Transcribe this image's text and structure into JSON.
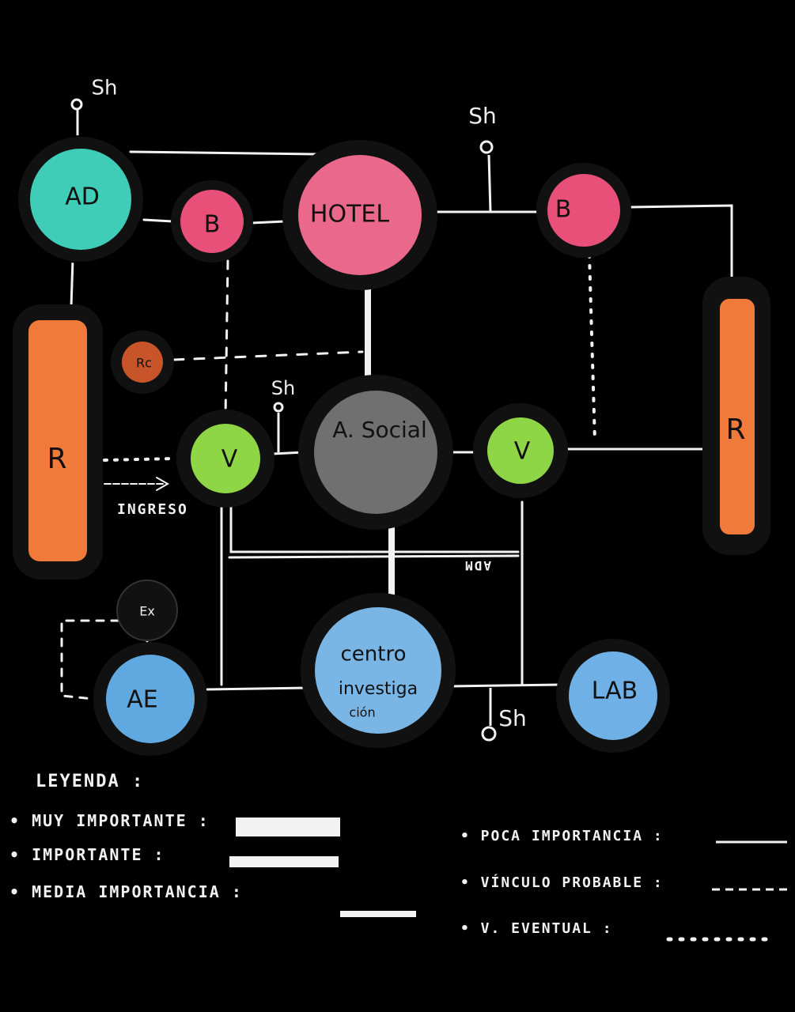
{
  "nodes": {
    "ad": "AD",
    "b_left": "B",
    "hotel": "HOTEL",
    "b_right": "B",
    "r_left": "R",
    "r_right": "R",
    "rc": "Rc",
    "v_left": "V",
    "a_social": "A. Social",
    "v_right": "V",
    "ex": "Ex",
    "ae": "AE",
    "centro_line1": "centro",
    "centro_line2": "investiga",
    "centro_line3": "ción",
    "lab": "LAB"
  },
  "annotations": {
    "sh_ad": "Sh",
    "sh_top": "Sh",
    "sh_social": "Sh",
    "sh_bottom": "Sh",
    "ingreso": "INGRESO",
    "adm": "ADM"
  },
  "legend": {
    "title": "LEYENDA :",
    "items": [
      "• MUY IMPORTANTE :",
      "• IMPORTANTE :",
      "• MEDIA IMPORTANCIA :",
      "• POCA IMPORTANCIA :",
      "• VÍNCULO PROBABLE :",
      "• V. EVENTUAL :"
    ]
  },
  "colors": {
    "ad": "#3fcdb7",
    "b": "#e8507a",
    "hotel": "#e9688c",
    "r": "#f07a3a",
    "rc": "#c8542a",
    "v": "#8fd646",
    "a_social": "#707070",
    "ae": "#5fa8e0",
    "centro": "#79b6e6",
    "lab": "#6fb0e6"
  }
}
